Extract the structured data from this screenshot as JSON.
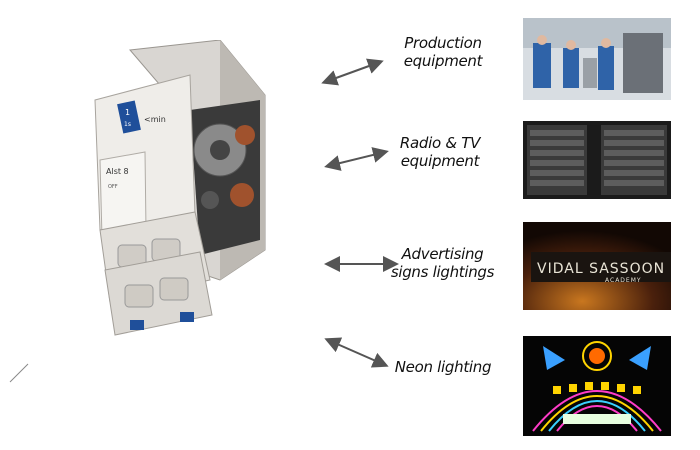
{
  "device": {
    "label_top": "Alst 8",
    "label_time": "<min",
    "label_small": "OFF",
    "switch_num_1": "1",
    "switch_num_2": "1s"
  },
  "applications": [
    {
      "line1": "Production",
      "line2": "equipment"
    },
    {
      "line1": "Radio & TV",
      "line2": "equipment"
    },
    {
      "line1": "Advertising",
      "line2": "signs lightings"
    },
    {
      "line1": "Neon lighting",
      "line2": ""
    }
  ],
  "advertising_photo": {
    "sign_text": "VIDAL SASSOON",
    "sub_text": "ACADEMY"
  },
  "colors": {
    "label_text": "#111111",
    "arrow": "#555555",
    "device_body": "#e8e6e3",
    "device_blue": "#1f4f9a",
    "neon_pink": "#ff3cc8",
    "neon_yellow": "#ffd400"
  }
}
